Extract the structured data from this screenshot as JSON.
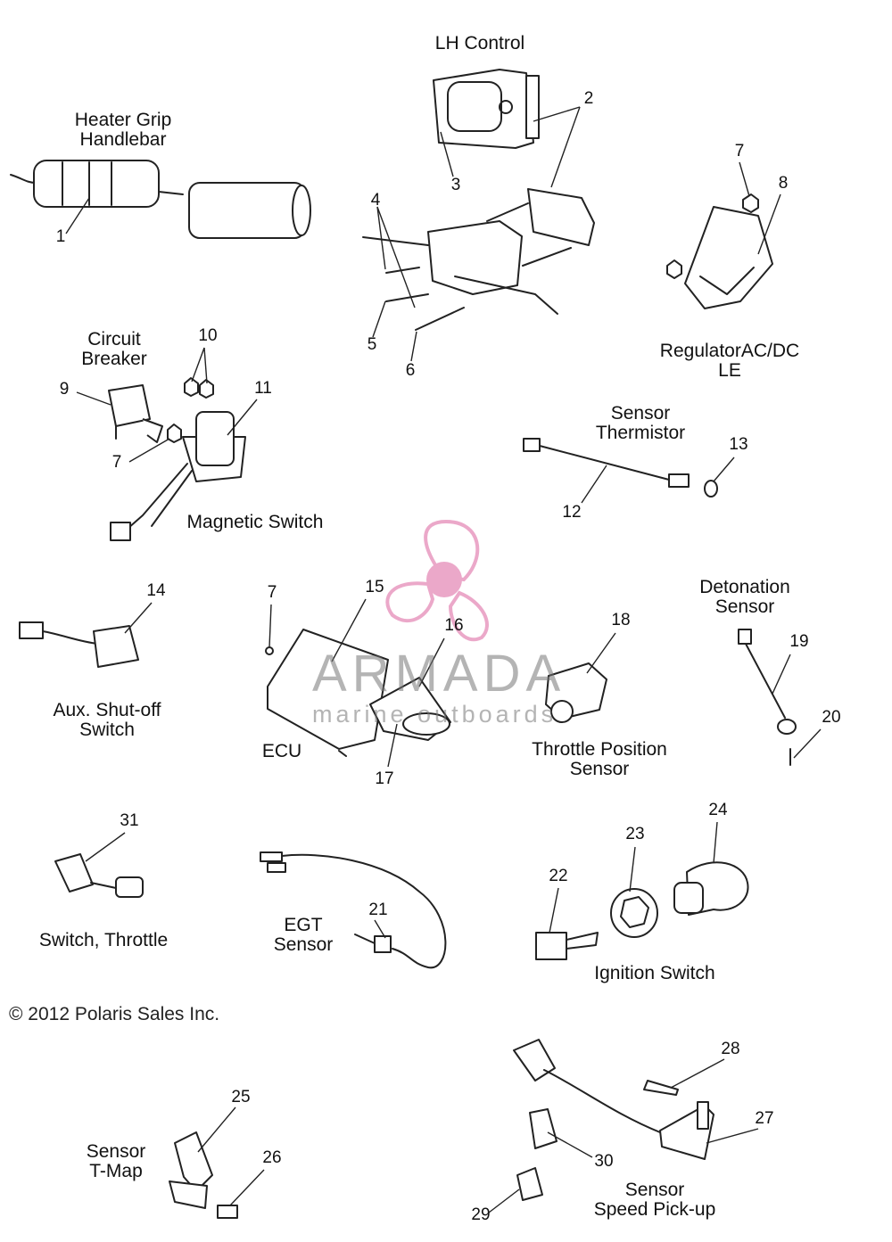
{
  "copyright": "© 2012 Polaris Sales Inc.",
  "watermark": {
    "brand": "ARMADA",
    "tagline": "marine outboards",
    "color": "#e58bb8"
  },
  "labels": {
    "lh_control": "LH Control",
    "heater_grip": "Heater Grip\nHandlebar",
    "regulator": "RegulatorAC/DC LE",
    "circuit_breaker": "Circuit\nBreaker",
    "sensor_thermistor": "Sensor\nThermistor",
    "magnetic_switch": "Magnetic Switch",
    "detonation_sensor": "Detonation\nSensor",
    "aux_shutoff": "Aux. Shut-off\nSwitch",
    "ecu": "ECU",
    "throttle_position": "Throttle Position\nSensor",
    "switch_throttle": "Switch, Throttle",
    "egt_sensor": "EGT\nSensor",
    "ignition_switch": "Ignition Switch",
    "sensor_tmap": "Sensor\nT-Map",
    "speed_pickup": "Sensor\nSpeed Pick-up"
  },
  "callouts": [
    "1",
    "2",
    "3",
    "4",
    "5",
    "6",
    "7",
    "8",
    "7",
    "9",
    "10",
    "11",
    "12",
    "13",
    "7",
    "14",
    "15",
    "16",
    "17",
    "18",
    "19",
    "20",
    "31",
    "21",
    "22",
    "23",
    "24",
    "25",
    "26",
    "28",
    "27",
    "30",
    "29"
  ]
}
